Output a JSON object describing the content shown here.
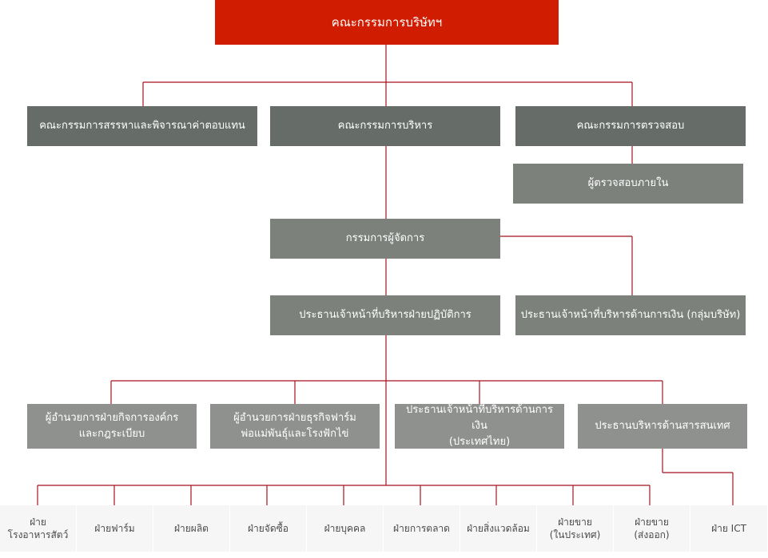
{
  "board": "คณะกรรมการบริษัทฯ",
  "committees": {
    "nomination": "คณะกรรมการสรรหาและพิจารณาค่าตอบแทน",
    "executive": "คณะกรรมการบริหาร",
    "audit": "คณะกรรมการตรวจสอบ"
  },
  "internal_audit": "ผู้ตรวจสอบภายใน",
  "president": "กรรมการผู้จัดการ",
  "coo": "ประธานเจ้าหน้าที่บริหารฝ่ายปฏิบัติการ",
  "group_cfo": "ประธานเจ้าหน้าที่บริหารด้านการเงิน (กลุ่มบริษัท)",
  "level4": [
    {
      "line1": "ผู้อำนวยการฝ่ายกิจการองค์กร",
      "line2": "และกฎระเบียบ"
    },
    {
      "line1": "ผู้อำนวยการฝ่ายธุรกิจฟาร์ม",
      "line2": "พ่อแม่พันธุ์และโรงฟักไข่"
    },
    {
      "line1": "ประธานเจ้าหน้าที่บริหารด้านการเงิน",
      "line2": "(ประเทศไทย)"
    },
    {
      "line1": "ประธานบริหารด้านสารสนเทศ",
      "line2": ""
    }
  ],
  "departments": [
    {
      "line1": "ฝ่าย",
      "line2": "โรงอาหารสัตว์"
    },
    {
      "line1": "ฝ่ายฟาร์ม",
      "line2": ""
    },
    {
      "line1": "ฝ่ายผลิต",
      "line2": ""
    },
    {
      "line1": "ฝ่ายจัดซื้อ",
      "line2": ""
    },
    {
      "line1": "ฝ่ายบุคคล",
      "line2": ""
    },
    {
      "line1": "ฝ่ายการตลาด",
      "line2": ""
    },
    {
      "line1": "ฝ่ายสิ่งแวดล้อม",
      "line2": ""
    },
    {
      "line1": "ฝ่ายขาย",
      "line2": "(ในประเทศ)"
    },
    {
      "line1": "ฝ่ายขาย",
      "line2": "(ส่งออก)"
    },
    {
      "line1": "ฝ่าย ICT",
      "line2": ""
    }
  ],
  "colors": {
    "board": "#d01c00",
    "line": "#a8121d",
    "box_dark": "#666d69",
    "box_light": "#8f918f"
  }
}
